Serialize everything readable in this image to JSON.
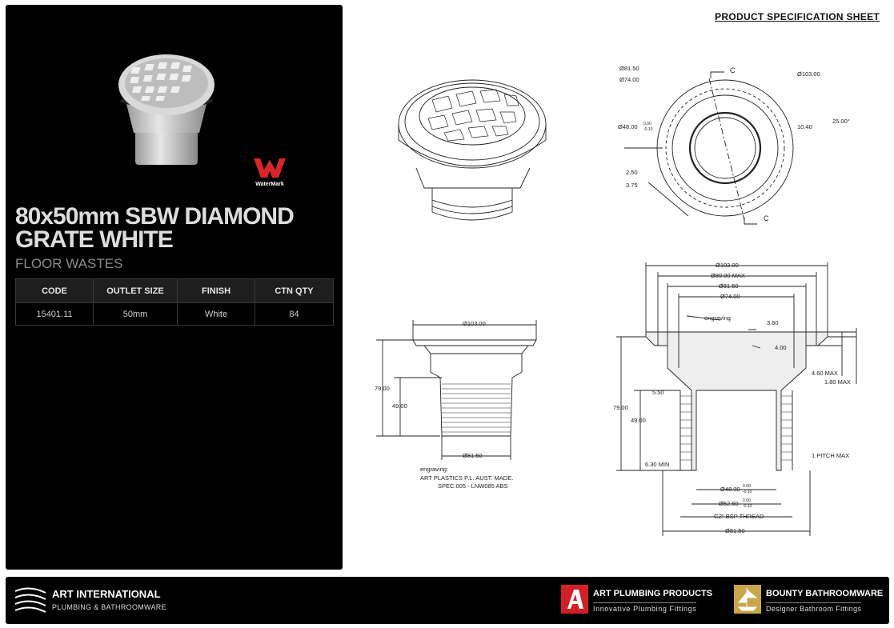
{
  "header": {
    "sheet_label": "PRODUCT SPECIFICATION SHEET"
  },
  "product": {
    "title_line1": "80x50mm SBW DIAMOND",
    "title_line2": "GRATE WHITE",
    "category": "FLOOR WASTES",
    "watermark_label": "WaterMark",
    "table": {
      "headers": [
        "CODE",
        "OUTLET SIZE",
        "FINISH",
        "CTN QTY"
      ],
      "row": [
        "15401.11",
        "50mm",
        "White",
        "84"
      ]
    }
  },
  "drawings": {
    "plan": {
      "d81": "Ø81.50",
      "d74": "Ø74.00",
      "d103": "Ø103.00",
      "d48": "Ø48.00",
      "tol_top": "0.00",
      "tol_bot": "-0.10",
      "w1040": "10.40",
      "angle": "25.00°",
      "r250": "2.50",
      "r375": "3.75",
      "section": "C"
    },
    "side": {
      "d103": "Ø103.00",
      "h79": "79.00",
      "h49": "49.00",
      "d81": "Ø81.50",
      "engraving_label": "engraving:",
      "engraving_l1": "ART PLASTICS P.L. AUST. MADE.",
      "engraving_l2": "SPEC.005 - LNW085  ABS"
    },
    "section": {
      "d103": "Ø103.00",
      "d89": "Ø89.00 MAX",
      "d81": "Ø81.50",
      "d74": "Ø74.00",
      "engraving": "engraving",
      "t360": "3.60",
      "t400": "4.00",
      "t460": "4.60 MAX",
      "t180": "1.80 MAX",
      "t550": "5.50",
      "h79": "79.00",
      "h49": "49.00",
      "t630": "6.30 MIN",
      "pitch": "1 PITCH MAX",
      "d48": "Ø48.00",
      "d52": "Ø52.60",
      "tol_top": "0.00",
      "tol_bot": "-0.10",
      "thread": "G2\" BSP THREAD",
      "d81b": "Ø81.50"
    }
  },
  "footer": {
    "brand1_name": "ART INTERNATIONAL",
    "brand1_tag": "PLUMBING & BATHROOMWARE",
    "brand2_name": "ART PLUMBING PRODUCTS",
    "brand2_tag": "Innovative Plumbing Fittings",
    "brand3_name": "BOUNTY BATHROOMWARE",
    "brand3_tag": "Designer Bathroom Fittings"
  },
  "colors": {
    "panel": "#000000",
    "watermark_red": "#d6262a",
    "art_red": "#d32027",
    "bounty_gold": "#c9a64a"
  }
}
